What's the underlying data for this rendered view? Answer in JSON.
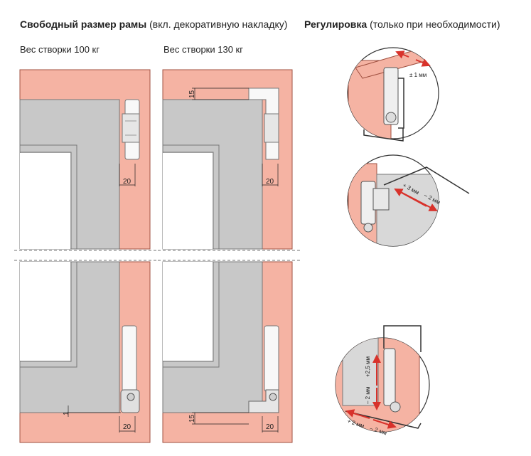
{
  "header_left": {
    "title_bold": "Свободный размер рамы",
    "title_rest": " (вкл. декоративную накладку)"
  },
  "header_right": {
    "title_bold": "Регулировка",
    "title_rest": " (только при необходимости)"
  },
  "columns": [
    {
      "label": "Вес створки 100 кг"
    },
    {
      "label": "Вес створки 130 кг"
    }
  ],
  "dimensions": {
    "d20": "20",
    "d15": "15",
    "d1": "1"
  },
  "adjustments": {
    "top": "± 1 мм",
    "middle_plus": "+ 3 мм",
    "middle_minus": "– 2 мм",
    "bottom_vertical_plus": "+2,5 мм",
    "bottom_vertical_minus": "– 2 мм",
    "bottom_horizontal_plus": "+ 2 мм",
    "bottom_horizontal_minus": "– 2 мм"
  },
  "colors": {
    "frame": "#f5b3a3",
    "frame_edge": "#a05040",
    "sash": "#c8c8c8",
    "sash_light": "#e2e2e2",
    "arrow": "#d8322b"
  }
}
